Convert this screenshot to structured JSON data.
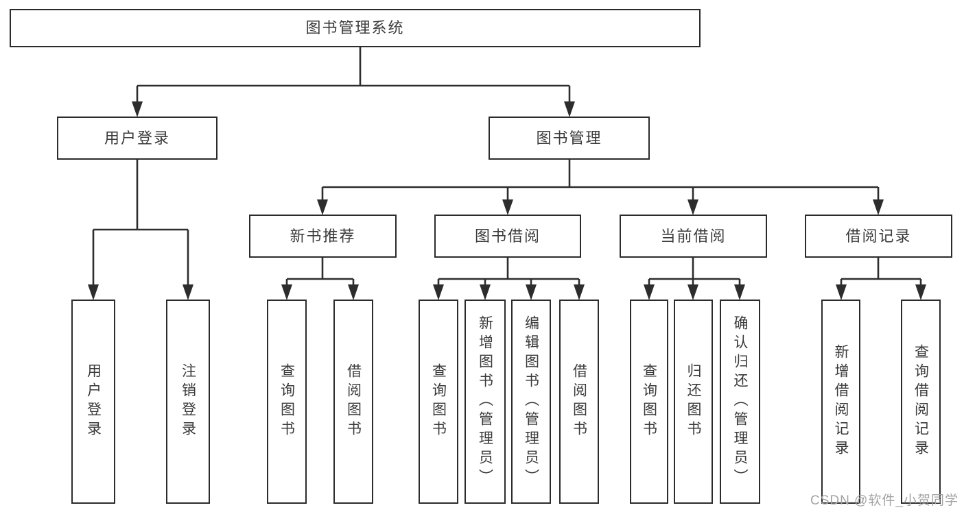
{
  "diagram": {
    "colors": {
      "line": "#2d2d2d",
      "box_border": "#2b2b2b",
      "box_fill": "#ffffff",
      "text": "#3a3a3a",
      "watermark": "#a3a3a3"
    },
    "tree": {
      "label": "图书管理系统",
      "children": [
        {
          "label": "用户登录",
          "children": [
            {
              "label": "用户登录"
            },
            {
              "label": "注销登录"
            }
          ]
        },
        {
          "label": "图书管理",
          "children": [
            {
              "label": "新书推荐",
              "children": [
                {
                  "label": "查询图书"
                },
                {
                  "label": "借阅图书"
                }
              ]
            },
            {
              "label": "图书借阅",
              "children": [
                {
                  "label": "查询图书"
                },
                {
                  "label": "新增图书（管理员）"
                },
                {
                  "label": "编辑图书（管理员）"
                },
                {
                  "label": "借阅图书"
                }
              ]
            },
            {
              "label": "当前借阅",
              "children": [
                {
                  "label": "查询图书"
                },
                {
                  "label": "归还图书"
                },
                {
                  "label": "确认归还（管理员）"
                }
              ]
            },
            {
              "label": "借阅记录",
              "children": [
                {
                  "label": "新增借阅记录"
                },
                {
                  "label": "查询借阅记录"
                }
              ]
            }
          ]
        }
      ]
    }
  },
  "watermark": {
    "text": "CSDN @软件_小贺同学"
  }
}
